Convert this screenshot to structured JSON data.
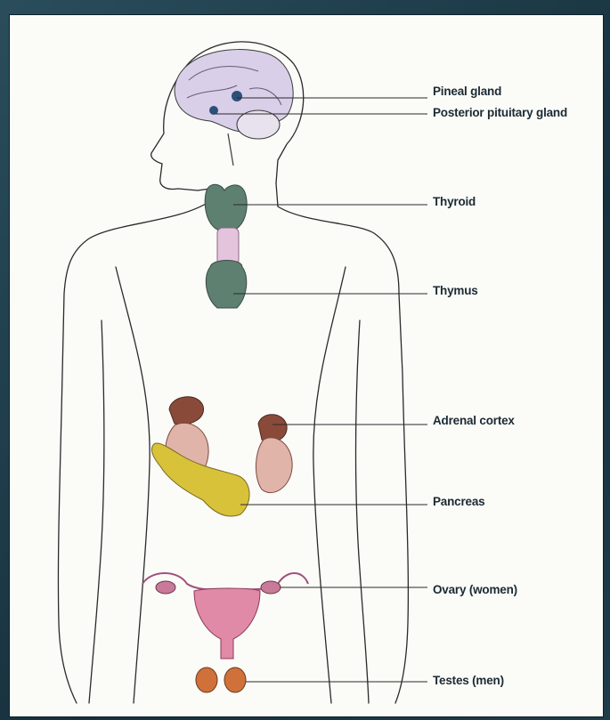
{
  "labels": {
    "pineal": "Pineal gland",
    "posterior_pituitary": "Posterior pituitary gland",
    "thyroid": "Thyroid",
    "thymus": "Thymus",
    "adrenal_cortex": "Adrenal cortex",
    "pancreas": "Pancreas",
    "ovary": "Ovary (women)",
    "testes": "Testes (men)"
  },
  "colors": {
    "frame": "#1d3a47",
    "background": "#fbfbf8",
    "outline": "#2a2a2a",
    "brain": "#d9cfe8",
    "pineal": "#2d4f7a",
    "thyroid": "#5e8070",
    "trachea": "#e4c4dc",
    "adrenal": "#8a4a3a",
    "kidney": "#e0b4a8",
    "pancreas": "#d8c23a",
    "uterus": "#e08aa8",
    "ovary": "#c97a9a",
    "testes": "#d0703a"
  }
}
